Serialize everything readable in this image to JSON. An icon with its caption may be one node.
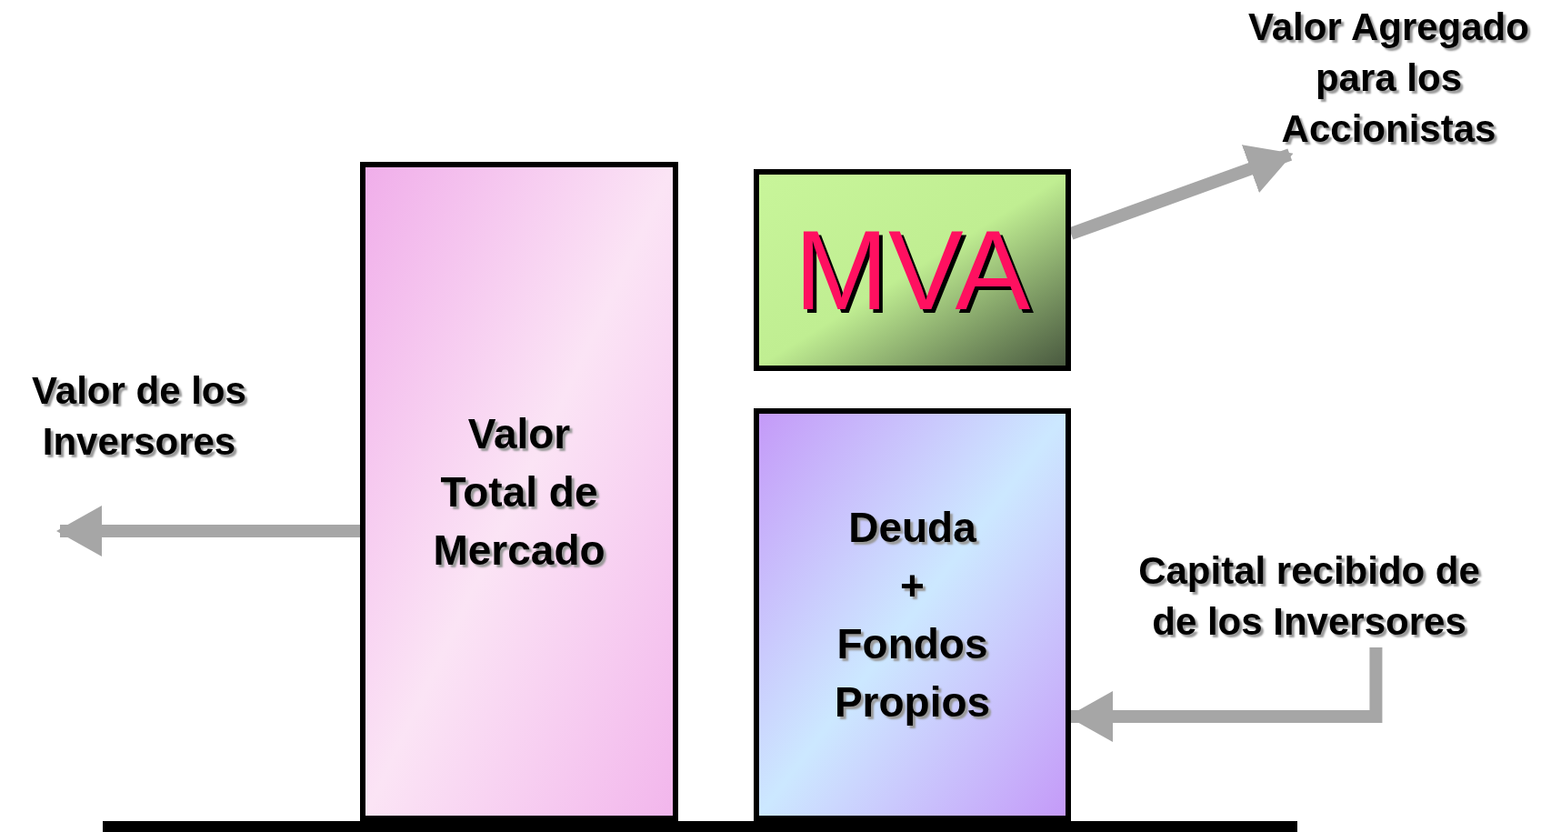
{
  "diagram": {
    "nodes": [
      {
        "text": [
          "Valor Total de Mercado"
        ]
      },
      {
        "text": [
          "MVA"
        ]
      },
      {
        "text": [
          "Deuda + Fondos Propios"
        ]
      },
      {
        "text": [
          "Valor de los Inversores"
        ]
      },
      {
        "text": [
          "Valor Agregado para los Accionistas"
        ]
      },
      {
        "text": [
          "Capital recibido de de los Inversores"
        ]
      }
    ],
    "edges": [
      {
        "from": 0,
        "to": 3,
        "arrow": "to"
      },
      {
        "from": 1,
        "to": 4,
        "arrow": "to"
      },
      {
        "from": 5,
        "to": 2,
        "arrow": "to"
      }
    ]
  }
}
